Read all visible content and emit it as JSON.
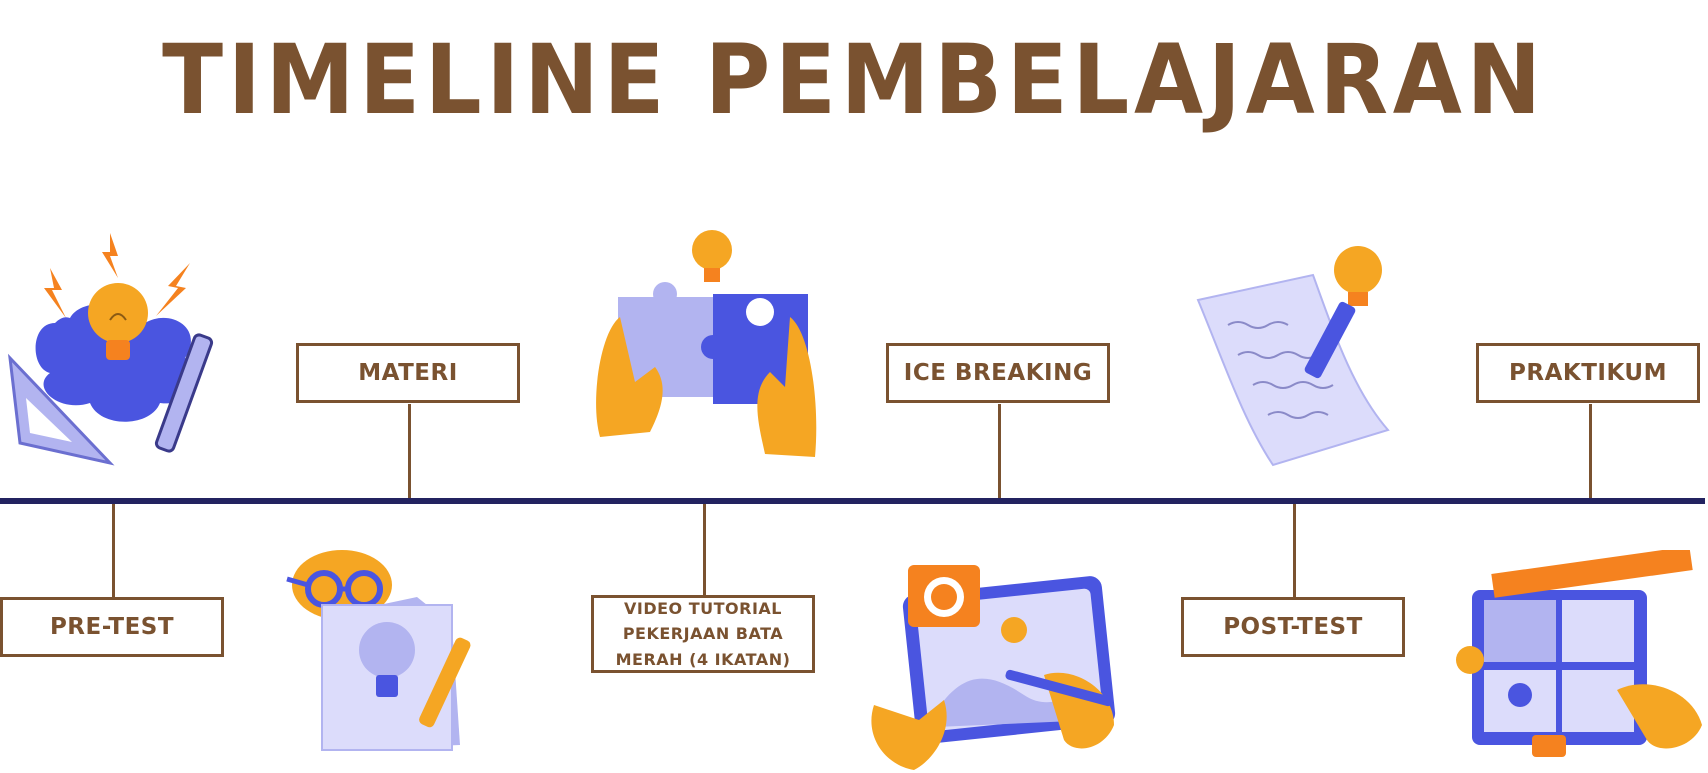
{
  "title": "TIMELINE PEMBELAJARAN",
  "colors": {
    "title": "#7a5230",
    "axis": "#232360",
    "box_border": "#7a5230",
    "accent_orange": "#f5a623",
    "accent_blue": "#4a55e0",
    "accent_lavender": "#b2b4f0"
  },
  "steps": [
    {
      "label": "PRE-TEST",
      "position": "below"
    },
    {
      "label": "MATERI",
      "position": "above"
    },
    {
      "label": "VIDEO TUTORIAL PEKERJAAN BATA MERAH (4 IKATAN)",
      "position": "below"
    },
    {
      "label": "ICE BREAKING",
      "position": "above"
    },
    {
      "label": "POST-TEST",
      "position": "below"
    },
    {
      "label": "PRAKTIKUM",
      "position": "above"
    }
  ],
  "illustrations": [
    "brain-lightbulb-icon",
    "lightbulb-document-icon",
    "puzzle-hands-icon",
    "tablet-drawing-icon",
    "document-pencil-icon",
    "clipboard-ruler-icon"
  ]
}
